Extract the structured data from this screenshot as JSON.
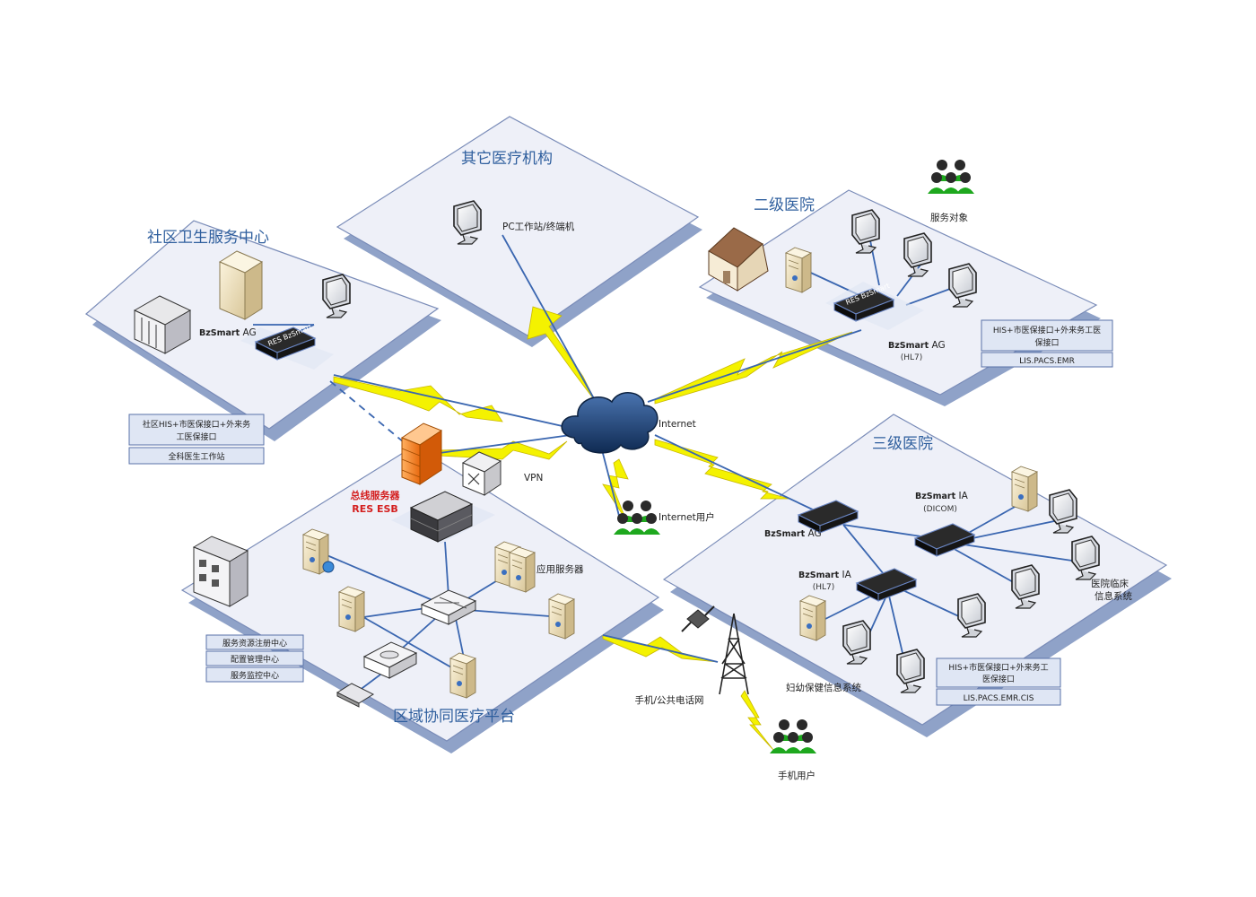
{
  "colors": {
    "platform_fill": "#eef0f8",
    "platform_shadow": "#8fa2c8",
    "title_blue": "#2f5f9e",
    "link_blue": "#3a66b0",
    "bolt_yellow": "#f4f200",
    "user_green": "#1ea81e",
    "esb_red": "#d42020"
  },
  "platforms": {
    "other": {
      "title": "其它医疗机构",
      "pc_label": "PC工作站/终端机"
    },
    "community": {
      "title": "社区卫生服务中心",
      "device_brand": "BzSmart",
      "device_model": "AG",
      "box_lines": [
        "社区HIS+市医保接口+外来务",
        "工医保接口",
        "全科医生工作站"
      ]
    },
    "secondary": {
      "title": "二级医院",
      "device_brand": "BzSmart",
      "device_model": "AG",
      "device_sub": "(HL7)",
      "box_lines": [
        "HIS+市医保接口+外来务工医",
        "保接口",
        "LIS.PACS.EMR"
      ]
    },
    "tertiary": {
      "title": "三级医院",
      "ag_brand": "BzSmart",
      "ag_model": "AG",
      "ia1_brand": "BzSmart",
      "ia1_model": "IA",
      "ia1_sub": "(DICOM)",
      "ia2_brand": "BzSmart",
      "ia2_model": "IA",
      "ia2_sub": "(HL7)",
      "clinical_line1": "医院临床",
      "clinical_line2": "信息系统",
      "maternal_label": "妇幼保健信息系统",
      "box_lines": [
        "HIS+市医保接口+外来务工",
        "医保接口",
        "LIS.PACS.EMR.CIS"
      ]
    },
    "regional": {
      "title": "区域协同医疗平台",
      "esb_line1": "总线服务器",
      "esb_line2": "RES ESB",
      "app_servers": "应用服务器",
      "vpn": "VPN",
      "box_lines": [
        "服务资源注册中心",
        "配置管理中心",
        "服务监控中心"
      ]
    }
  },
  "device_text": "RES BzSmart",
  "center": {
    "internet": "Internet",
    "internet_users": "Internet用户",
    "service_targets": "服务对象",
    "mobile_network": "手机/公共电话网",
    "mobile_users": "手机用户"
  }
}
